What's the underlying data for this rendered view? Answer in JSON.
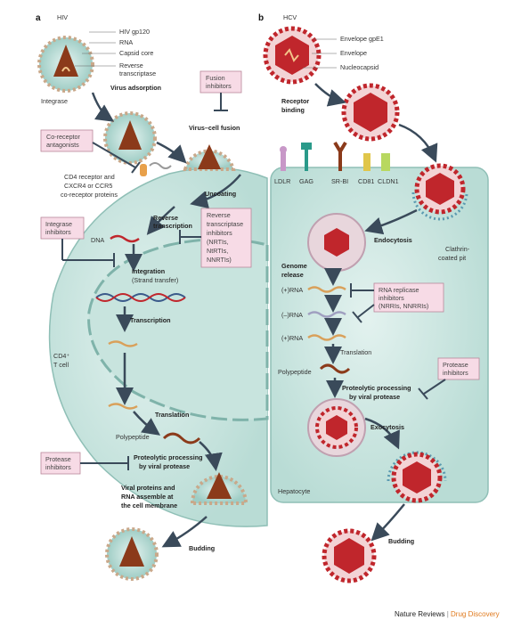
{
  "panels": {
    "a": "a",
    "b": "b"
  },
  "hiv": {
    "virus_label": "HIV",
    "legend": [
      "HIV gp120",
      "RNA",
      "Capsid core",
      "Reverse",
      "transcriptase"
    ],
    "integrase": "Integrase",
    "virus_adsorption": "Virus adsorption",
    "fusion_inhibitors": [
      "Fusion",
      "inhibitors"
    ],
    "virus_cell_fusion": "Virus–cell fusion",
    "coreceptor_antagonists": [
      "Co-receptor",
      "antagonists"
    ],
    "cd4_receptor": [
      "CD4 receptor and",
      "CXCR4 or CCR5",
      "co-receptor proteins"
    ],
    "uncoating": "Uncoating",
    "reverse_transcription": [
      "Reverse",
      "transcription"
    ],
    "rt_inhibitors": [
      "Reverse",
      "transcriptase",
      "inhibitors",
      "(NRTIs,",
      "NtRTIs,",
      "NNRTIs)"
    ],
    "integrase_inhibitors": [
      "Integrase",
      "inhibitors"
    ],
    "dna": "DNA",
    "integration": [
      "Integration",
      "(Strand transfer)"
    ],
    "transcription": "Transcription",
    "cd4_cell": [
      "CD4⁺",
      "T cell"
    ],
    "translation": "Translation",
    "polypeptide": "Polypeptide",
    "protease_inhibitors": [
      "Protease",
      "inhibitors"
    ],
    "proteolytic": [
      "Proteolytic processing",
      "by viral protease"
    ],
    "assemble": [
      "Viral proteins and",
      "RNA assemble at",
      "the cell membrane"
    ],
    "budding": "Budding"
  },
  "hcv": {
    "virus_label": "HCV",
    "legend": [
      "Envelope gpE1",
      "Envelope",
      "Nucleocapsid"
    ],
    "receptor_binding": [
      "Receptor",
      "binding"
    ],
    "receptors": [
      "LDLR",
      "GAG",
      "SR-BI",
      "CD81",
      "CLDN1"
    ],
    "endocytosis": "Endocytosis",
    "clathrin": [
      "Clathrin-",
      "coated pit"
    ],
    "genome_release": [
      "Genome",
      "release"
    ],
    "rna_plus": "(+)RNA",
    "rna_minus": "(–)RNA",
    "rna_plus2": "(+)RNA",
    "rna_inhibitors": [
      "RNA replicase",
      "inhibitors",
      "(NRRIs, NNRRIs)"
    ],
    "translation": "Translation",
    "polypeptide": "Polypeptide",
    "protease_inhibitors": [
      "Protease",
      "inhibitors"
    ],
    "proteolytic": [
      "Proteolytic processing",
      "by viral protease"
    ],
    "exocytosis": "Exocytosis",
    "hepatocyte": "Hepatocyte",
    "budding": "Budding"
  },
  "credit": {
    "journal": "Nature Reviews",
    "separator": " | ",
    "section": "Drug Discovery"
  },
  "colors": {
    "cell": "#cfe8e3",
    "capsid_hiv": "#8b3a1a",
    "capsid_hcv": "#c0262c",
    "inhibitor_box": "#f7dbe6",
    "arrow": "#3a4a5a"
  }
}
